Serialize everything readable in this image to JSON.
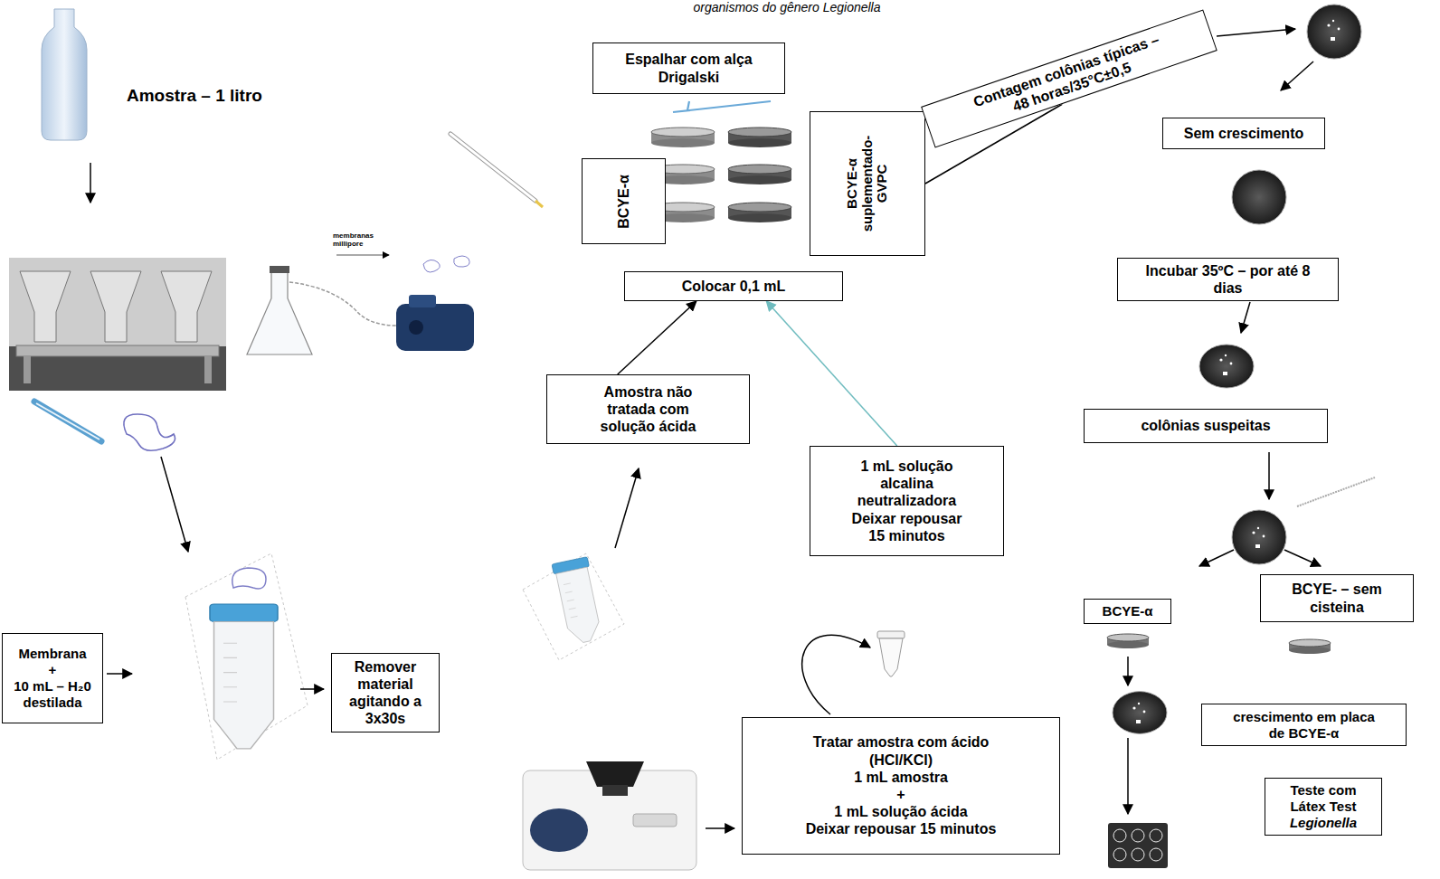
{
  "diagram": {
    "title": "organismos do gênero Legionella",
    "nodes": [
      {
        "text": [
          "Espalhar com alça Drigalski"
        ]
      },
      {
        "text": [
          "BCYE-α"
        ]
      },
      {
        "text": [
          "BCYE-α suplementado-GVPC"
        ]
      },
      {
        "text": [
          "Colocar 0,1 mL"
        ]
      },
      {
        "text": [
          "Contagem colônias típicas – 48 horas/35°C±0,5"
        ]
      },
      {
        "text": [
          "Sem crescimento"
        ]
      },
      {
        "text": [
          "Incubar 35ºC – por até 8 dias"
        ]
      },
      {
        "text": [
          "Amostra não tratada com solução ácida"
        ]
      },
      {
        "text": [
          "colônias suspeitas"
        ]
      },
      {
        "text": [
          "1 mL solução alcalina neutralizadora Deixar repousar 15 minutos"
        ]
      },
      {
        "text": [
          "BCYE-α"
        ]
      },
      {
        "text": [
          "BCYE- – sem cisteina"
        ]
      },
      {
        "text": [
          "Membrana",
          "+",
          "10 mL – H₂0 destilada"
        ]
      },
      {
        "text": [
          "Remover material agitando a 3x30s"
        ]
      },
      {
        "text": [
          "crescimento em placa de BCYE-α"
        ]
      },
      {
        "text": [
          "Tratar amostra com ácido (HCl/KCl)",
          "1 mL amostra",
          "+",
          "1 mL solução ácida",
          "Deixar repousar 15 minutos"
        ]
      },
      {
        "text": [
          "Teste com Látex Test",
          "Legionella"
        ]
      }
    ],
    "edges": [
      {
        "from": 7,
        "to": 3,
        "arrow": "to"
      },
      {
        "from": 9,
        "to": 3,
        "arrow": "to"
      },
      {
        "from": 2,
        "to": 4,
        "arrow": "none"
      }
    ],
    "labels": [
      "Amostra – 1 litro",
      "membranas millipore"
    ]
  }
}
